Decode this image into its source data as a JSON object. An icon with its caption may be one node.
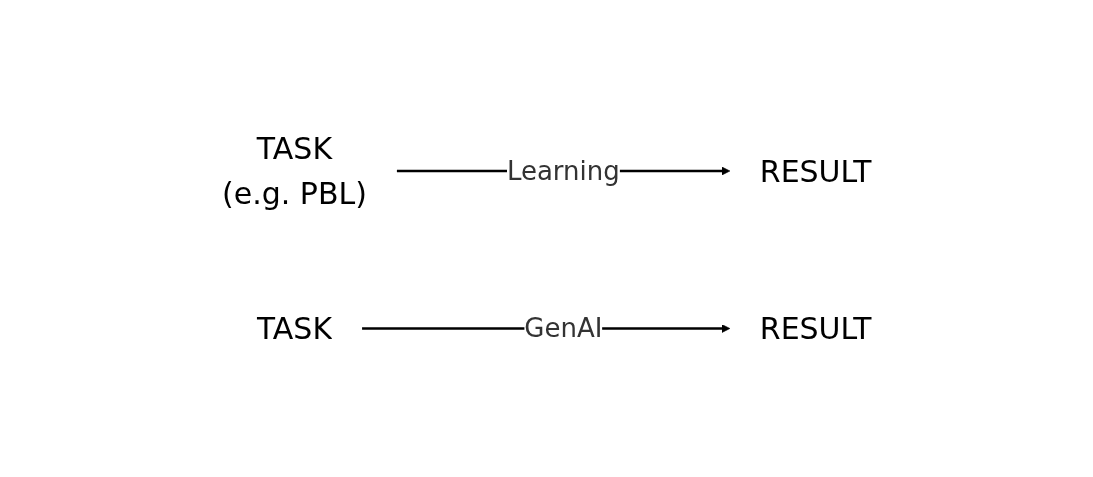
{
  "diagram": {
    "nodes": [
      {
        "text": [
          "TASK",
          "(e.g. PBL)"
        ]
      },
      {
        "text": [
          "RESULT"
        ]
      },
      {
        "text": [
          "TASK"
        ]
      },
      {
        "text": [
          "RESULT"
        ]
      }
    ],
    "edges": [
      {
        "from": 0,
        "to": 1,
        "arrow": "to",
        "label": "Learning"
      },
      {
        "from": 2,
        "to": 3,
        "arrow": "to",
        "label": "GenAI"
      }
    ]
  }
}
